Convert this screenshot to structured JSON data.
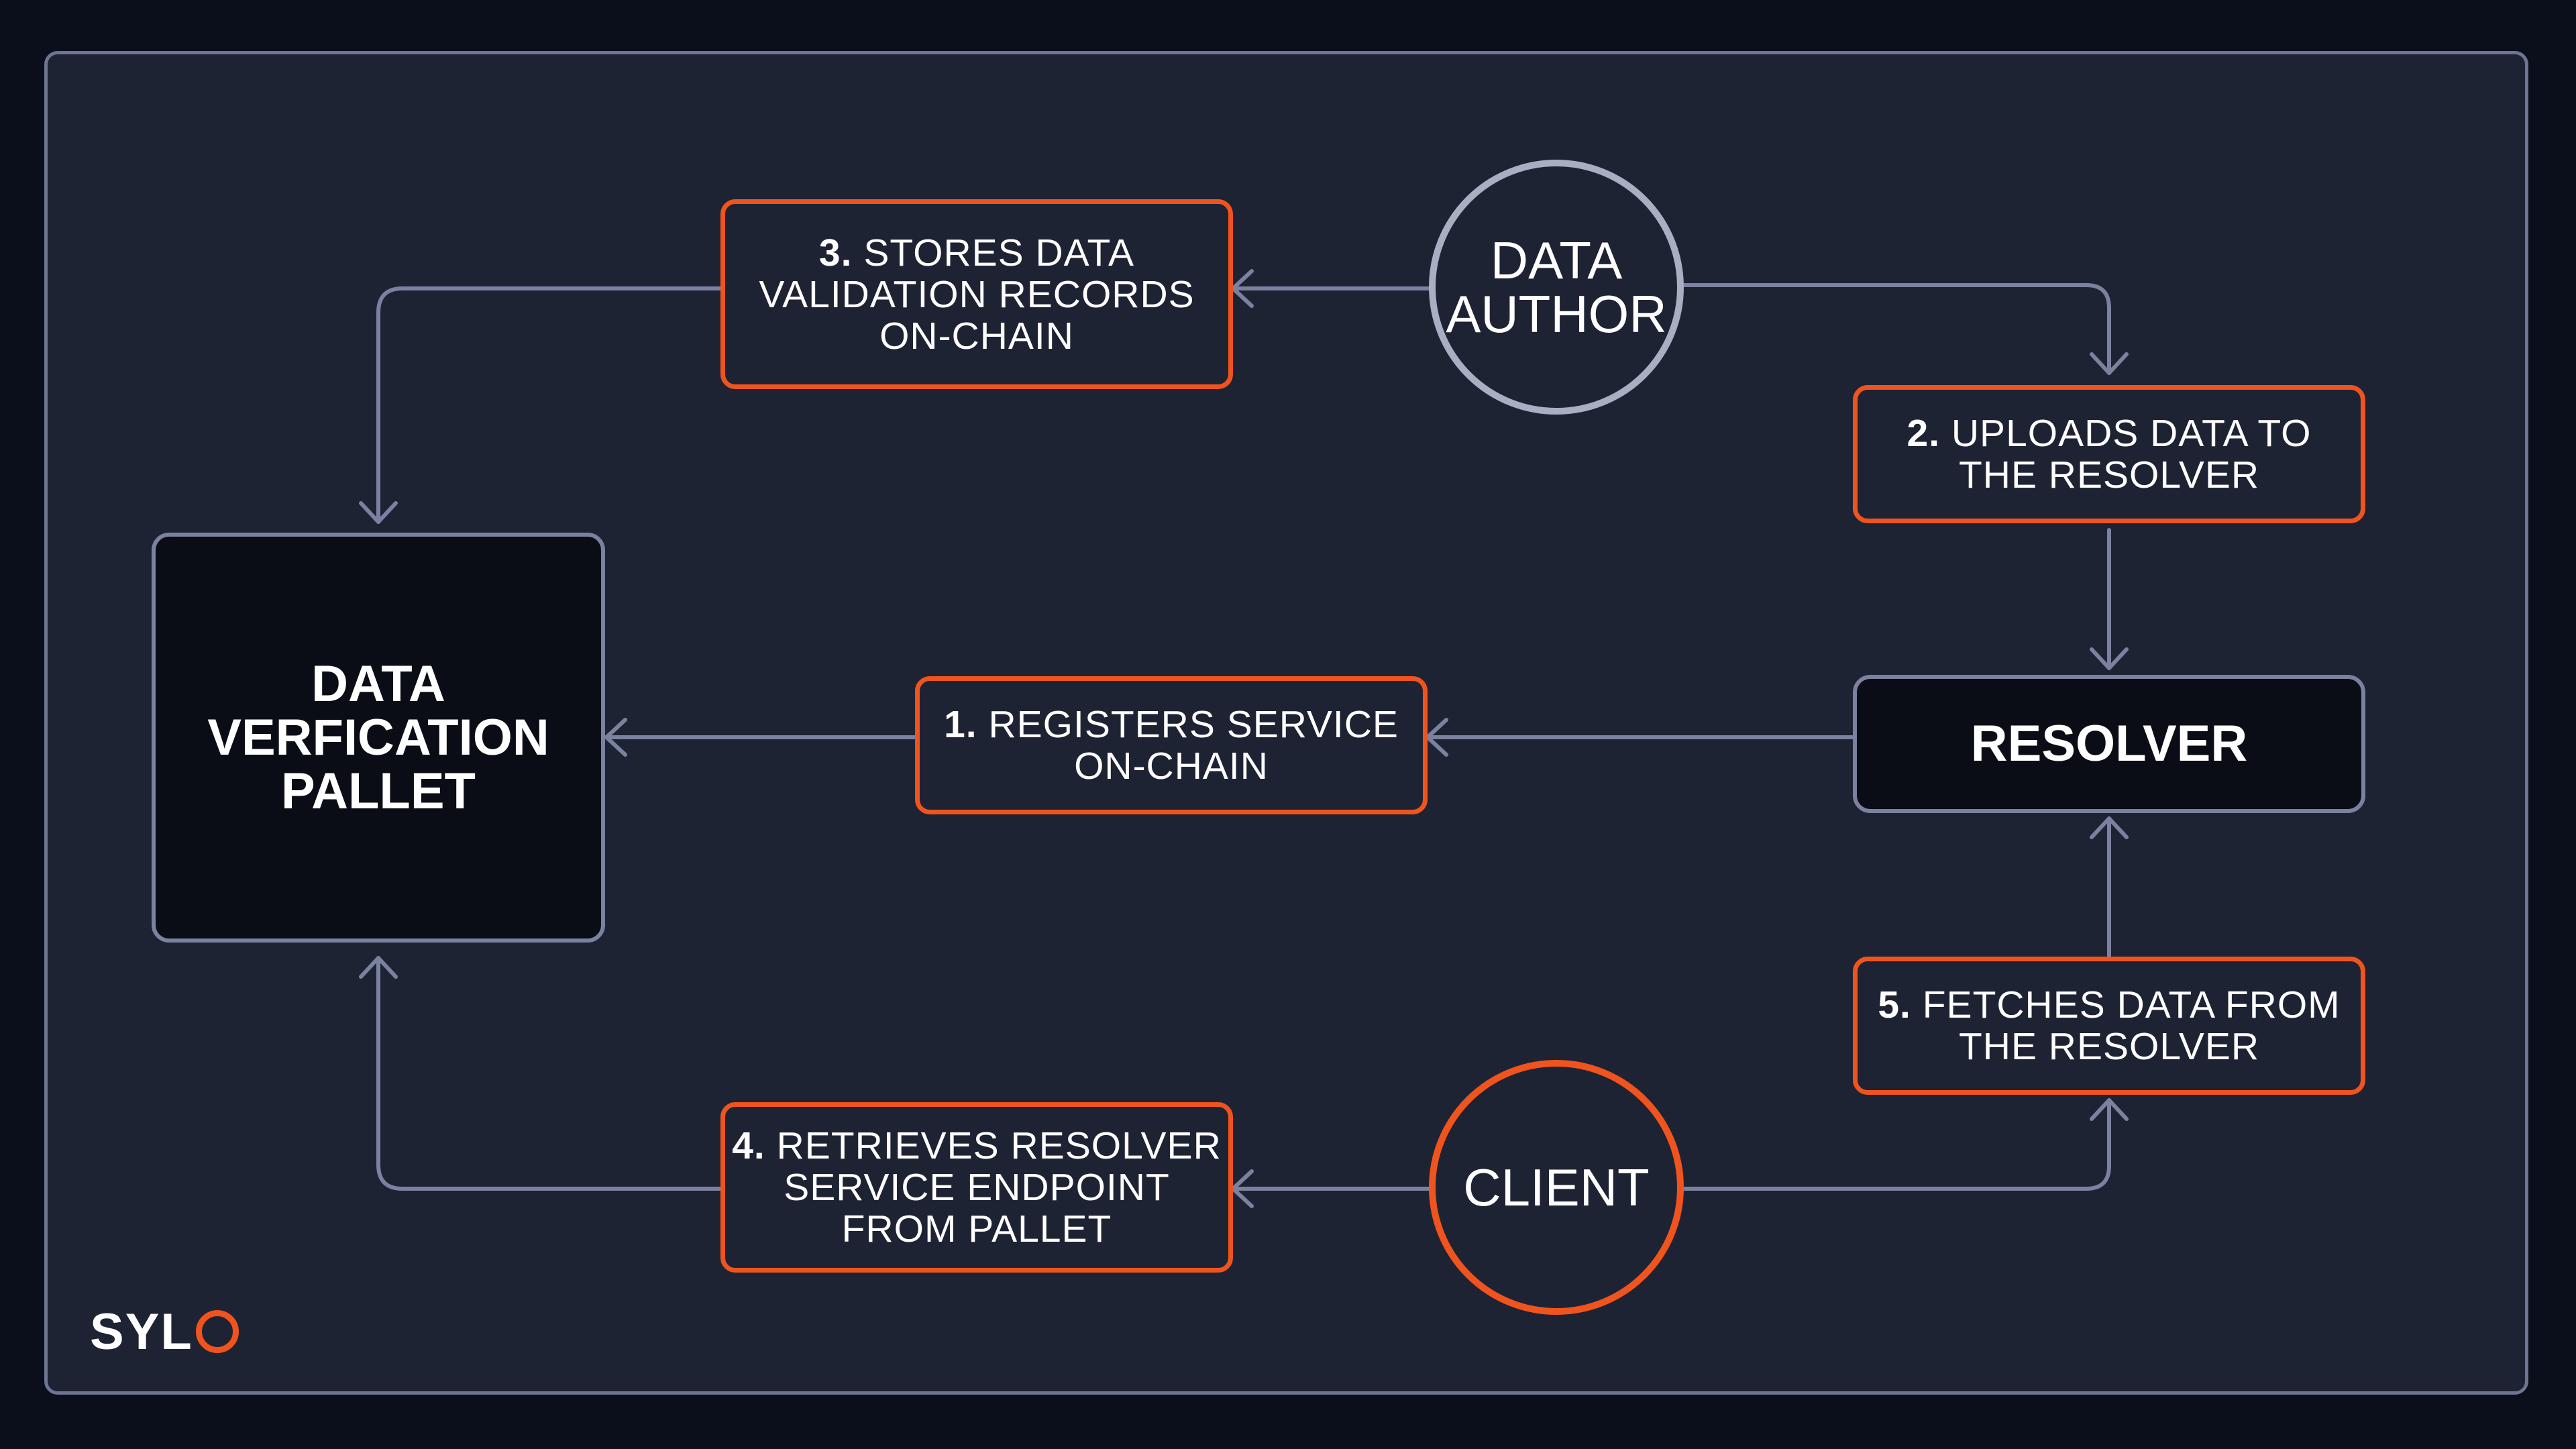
{
  "colors": {
    "background": "#0b0e1b",
    "panel": "#1e2334",
    "accent": "#f0541e",
    "connector": "#7b82a0"
  },
  "nodes": {
    "pallet": [
      "DATA",
      "VERFICATION",
      "PALLET"
    ],
    "resolver": "RESOLVER",
    "data_author": [
      "DATA",
      "AUTHOR"
    ],
    "client": "CLIENT"
  },
  "steps": [
    {
      "num": "1.",
      "lines": [
        "REGISTERS SERVICE",
        "ON-CHAIN"
      ]
    },
    {
      "num": "2.",
      "lines": [
        "UPLOADS DATA TO",
        "THE RESOLVER"
      ]
    },
    {
      "num": "3.",
      "lines": [
        "STORES DATA",
        "VALIDATION RECORDS",
        "ON-CHAIN"
      ]
    },
    {
      "num": "4.",
      "lines": [
        "RETRIEVES RESOLVER",
        "SERVICE ENDPOINT",
        "FROM PALLET"
      ]
    },
    {
      "num": "5.",
      "lines": [
        "FETCHES DATA FROM",
        "THE RESOLVER"
      ]
    }
  ],
  "logo": {
    "prefix": "SYL",
    "icon": "ring-o-icon"
  }
}
